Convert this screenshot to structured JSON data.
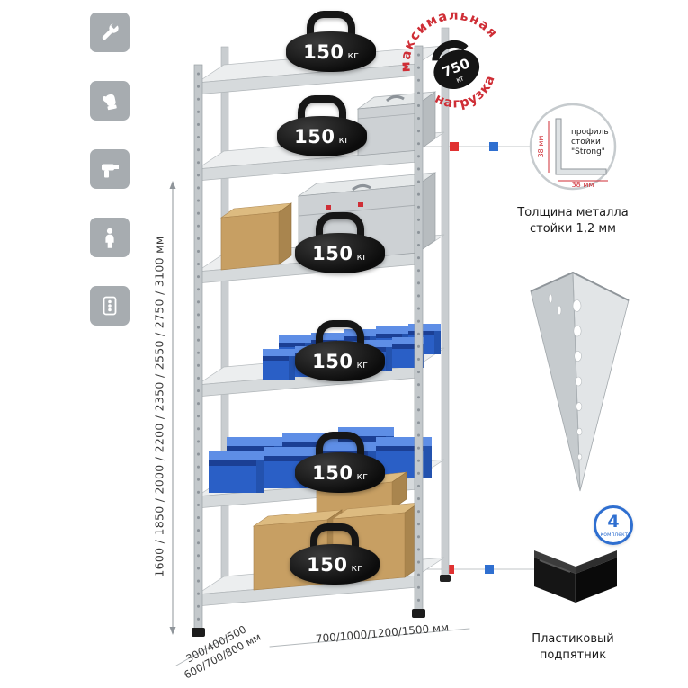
{
  "colors": {
    "red": "#cf2e36",
    "blue": "#2f6fd0",
    "bin_blue": "#2a5fc6",
    "cardboard": "#c79f63",
    "metal": "#d6dadc"
  },
  "icons": {
    "items": [
      {
        "name": "wrench-icon"
      },
      {
        "name": "gloves-icon"
      },
      {
        "name": "drill-icon"
      },
      {
        "name": "person-icon"
      },
      {
        "name": "fasteners-icon"
      }
    ]
  },
  "shelf_badges": {
    "value": "150",
    "unit": "кг"
  },
  "max_load_stamp": {
    "arc_top": "максимальная",
    "arc_bottom": "нагрузка",
    "value": "750",
    "unit": "кг"
  },
  "dimensions": {
    "height_options": "1600 / 1850 / 2000 / 2200 / 2350 / 2550 / 2750 / 3100 мм",
    "depth_options_line1": "300/400/500",
    "depth_options_line2": "600/700/800 мм",
    "width_options": "700/1000/1200/1500 мм"
  },
  "profile_detail": {
    "label_line1": "профиль",
    "label_line2": "стойки",
    "label_line3": "\"Strong\"",
    "dim_side": "38 мм",
    "dim_bottom": "38 мм",
    "caption_line1": "Толщина металла",
    "caption_line2": "стойки 1,2 мм"
  },
  "foot_detail": {
    "count": "4",
    "count_caption": "в комплекте",
    "caption_line1": "Пластиковый",
    "caption_line2": "подпятник"
  }
}
